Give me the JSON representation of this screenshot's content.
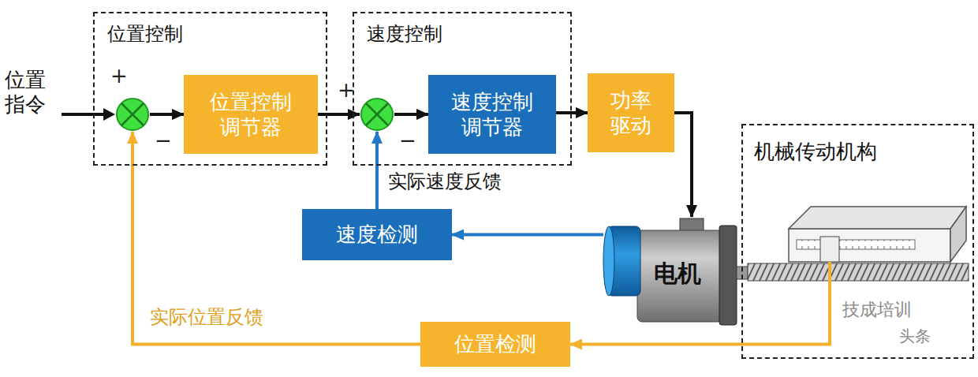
{
  "diagram": {
    "nodes": [
      {
        "text": [
          "位置控制"
        ]
      },
      {
        "text": [
          "+",
          "−"
        ],
        "in": 0
      },
      {
        "text": [
          "位置控制调节器"
        ],
        "in": 0
      },
      {
        "text": [
          "速度控制"
        ]
      },
      {
        "text": [
          "+",
          "−"
        ],
        "in": 3
      },
      {
        "text": [
          "速度控制调节器"
        ],
        "in": 3
      },
      {
        "text": [
          "功率驱动"
        ]
      },
      {
        "text": [
          "机械传动机构"
        ]
      },
      {
        "text": [
          "电机"
        ]
      },
      {
        "text": [
          "速度检测"
        ]
      },
      {
        "text": [
          "位置检测"
        ]
      }
    ],
    "edges": [
      {
        "from": 1,
        "to": 2,
        "arrow": "to"
      },
      {
        "from": 2,
        "to": 4,
        "arrow": "to"
      },
      {
        "from": 4,
        "to": 5,
        "arrow": "to"
      },
      {
        "from": 5,
        "to": 6,
        "arrow": "to"
      },
      {
        "from": 6,
        "to": 8,
        "arrow": "to"
      },
      {
        "from": 8,
        "to": 9,
        "arrow": "to"
      },
      {
        "from": 9,
        "to": 4,
        "label": "实际速度反馈",
        "arrow": "to"
      },
      {
        "from": 7,
        "to": 10,
        "arrow": "to"
      },
      {
        "from": 10,
        "to": 1,
        "label": "实际位置反馈",
        "arrow": "to"
      }
    ],
    "labels": [
      "位置指令",
      "技成培训",
      "头条"
    ]
  }
}
